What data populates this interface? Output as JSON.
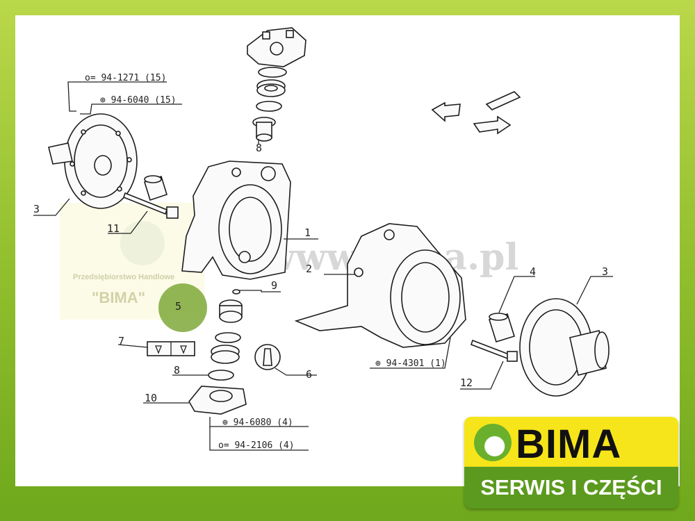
{
  "diagram": {
    "callouts": {
      "c1": "1",
      "c2": "2",
      "c3_left": "3",
      "c3_right": "3",
      "c4": "4",
      "c5": "5",
      "c6": "6",
      "c7": "7",
      "c8_top": "8",
      "c8_bottom": "8",
      "c9": "9",
      "c10": "10",
      "c11": "11",
      "c12": "12"
    },
    "codes": {
      "code_top1": "o= 94-1271 (15)",
      "code_top2": "⊕ 94-6040 (15)",
      "code_right": "⊕ 94-4301 (1)",
      "code_bottom1": "⊕ 94-6080 (4)",
      "code_bottom2": "o= 94-2106 (4)"
    },
    "highlight_color": "#7fa83a"
  },
  "watermark": {
    "site": "www.bima.pl",
    "company": "Przedsiębiorstwo Handlowe",
    "name": "\"BIMA\""
  },
  "logo": {
    "name": "BIMA",
    "tagline": "SERWIS I CZĘŚCI",
    "yellow": "#f6e51a",
    "green": "#5b9a1e"
  }
}
